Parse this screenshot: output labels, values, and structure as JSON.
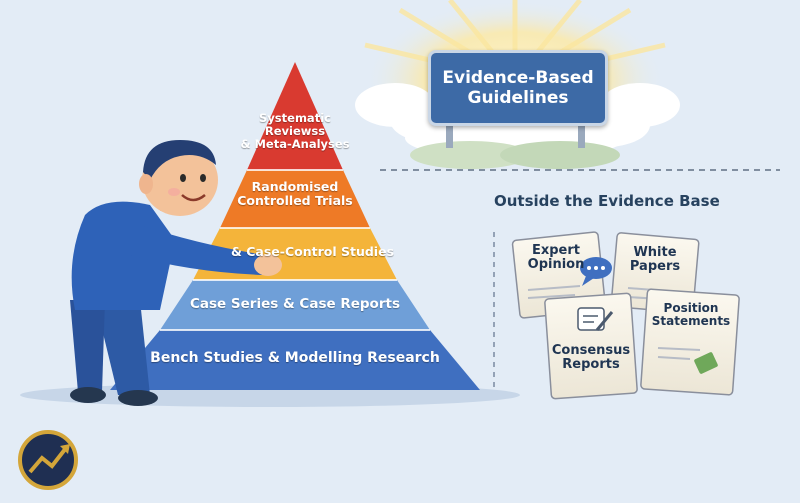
{
  "sign": {
    "line1": "Evidence-Based",
    "line2": "Guidelines"
  },
  "pyramid": [
    {
      "lines": [
        "Systematic",
        "Reviewss",
        "& Meta-Analyses"
      ],
      "color": "#d93a30"
    },
    {
      "lines": [
        "Randomised",
        "Controlled Trials"
      ],
      "color": "#ee7a26"
    },
    {
      "lines": [
        "& Case-Control Studies"
      ],
      "color": "#f4b43a"
    },
    {
      "lines": [
        "Case Series & Case Reports"
      ],
      "color": "#6f9fd8"
    },
    {
      "lines": [
        "Bench Studies & Modelling Research"
      ],
      "color": "#3f6fc0"
    }
  ],
  "outside_heading": "Outside the Evidence Base",
  "documents": [
    {
      "lines": [
        "Expert",
        "Opinion"
      ]
    },
    {
      "lines": [
        "White",
        "Papers"
      ]
    },
    {
      "lines": [
        "Consensus",
        "Reports"
      ]
    },
    {
      "lines": [
        "Position",
        "Statements"
      ]
    }
  ],
  "colors": {
    "background": "#e3ecf6",
    "sign": "#3d6aa6",
    "person_shirt": "#2e62b8"
  }
}
